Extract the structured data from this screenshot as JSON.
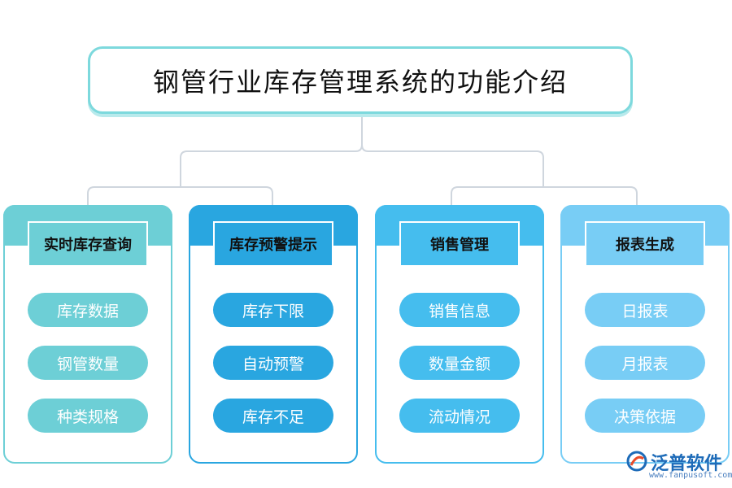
{
  "title": "钢管行业库存管理系统的功能介绍",
  "columns": [
    {
      "header": "实时库存查询",
      "color": "#6dcfd6",
      "items": [
        "库存数据",
        "钢管数量",
        "种类规格"
      ]
    },
    {
      "header": "库存预警提示",
      "color": "#29a6e0",
      "items": [
        "库存下限",
        "自动预警",
        "库存不足"
      ]
    },
    {
      "header": "销售管理",
      "color": "#45bdee",
      "items": [
        "销售信息",
        "数量金额",
        "流动情况"
      ]
    },
    {
      "header": "报表生成",
      "color": "#78cdf5",
      "items": [
        "日报表",
        "月报表",
        "决策依据"
      ]
    }
  ],
  "logo": {
    "name": "泛普软件",
    "url": "www.fanpusoft.com"
  }
}
